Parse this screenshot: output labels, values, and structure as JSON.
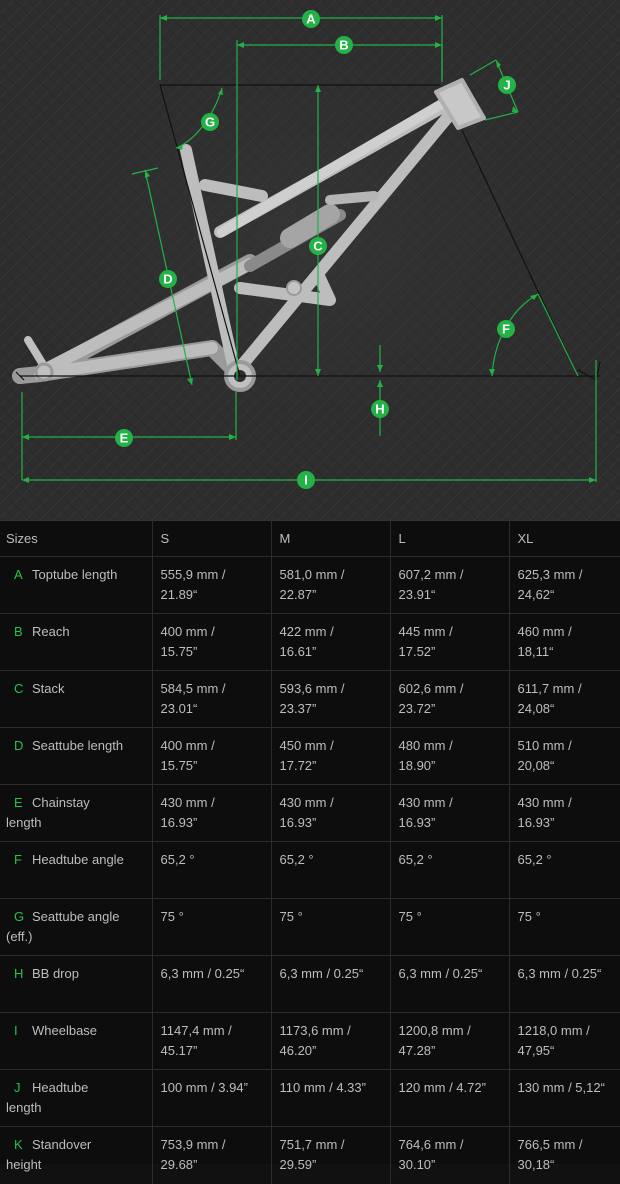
{
  "diagram": {
    "markers": [
      "A",
      "B",
      "C",
      "D",
      "E",
      "F",
      "G",
      "H",
      "I",
      "J"
    ],
    "colors": {
      "background": "#2d2d2d",
      "dimension": "#22b246",
      "frame": "#bcbcbc",
      "marker_text": "#ffffff"
    }
  },
  "table": {
    "headers": [
      "Sizes",
      "S",
      "M",
      "L",
      "XL"
    ],
    "rows": [
      {
        "key": "A",
        "label": "Toptube length",
        "values": [
          "555,9 mm /\n21.89“",
          "581,0 mm /\n22.87”",
          "607,2 mm /\n23.91“",
          "625,3 mm /\n24,62“"
        ]
      },
      {
        "key": "B",
        "label": "Reach",
        "values": [
          "400 mm /\n15.75”",
          "422 mm /\n16.61”",
          "445 mm /\n17.52”",
          "460 mm /\n18,11“"
        ]
      },
      {
        "key": "C",
        "label": "Stack",
        "values": [
          "584,5 mm /\n23.01“",
          "593,6 mm /\n23.37”",
          "602,6 mm /\n23.72”",
          "611,7 mm /\n24,08“"
        ]
      },
      {
        "key": "D",
        "label": "Seattube length",
        "values": [
          "400 mm /\n15.75”",
          "450 mm /\n17.72”",
          "480 mm /\n18.90”",
          "510 mm /\n20,08“"
        ]
      },
      {
        "key": "E",
        "label": "Chainstay\nlength",
        "values": [
          "430 mm /\n16.93”",
          "430 mm /\n16.93”",
          "430 mm /\n16.93”",
          "430 mm /\n16.93”"
        ]
      },
      {
        "key": "F",
        "label": "Headtube angle",
        "values": [
          "65,2 °",
          "65,2 °",
          "65,2 °",
          "65,2 °"
        ]
      },
      {
        "key": "G",
        "label": "Seattube angle\n(eff.)",
        "values": [
          "75 °",
          "75 °",
          "75 °",
          "75 °"
        ]
      },
      {
        "key": "H",
        "label": "BB drop",
        "values": [
          "6,3 mm / 0.25“",
          "6,3 mm / 0.25“",
          "6,3 mm / 0.25“",
          "6,3 mm / 0.25“"
        ]
      },
      {
        "key": "I",
        "label": "Wheelbase",
        "values": [
          "1147,4 mm /\n45.17”",
          "1173,6 mm /\n46.20”",
          "1200,8 mm /\n47.28”",
          "1218,0 mm /\n47,95“"
        ]
      },
      {
        "key": "J",
        "label": "Headtube\nlength",
        "values": [
          "100 mm / 3.94”",
          "110 mm / 4.33”",
          "120 mm / 4.72”",
          "130 mm / 5,12“"
        ]
      },
      {
        "key": "K",
        "label": "Standover\nheight",
        "values": [
          "753,9 mm /\n29.68”",
          "751,7 mm /\n29.59”",
          "764,6 mm /\n30.10”",
          "766,5 mm /\n30,18“"
        ]
      }
    ]
  }
}
